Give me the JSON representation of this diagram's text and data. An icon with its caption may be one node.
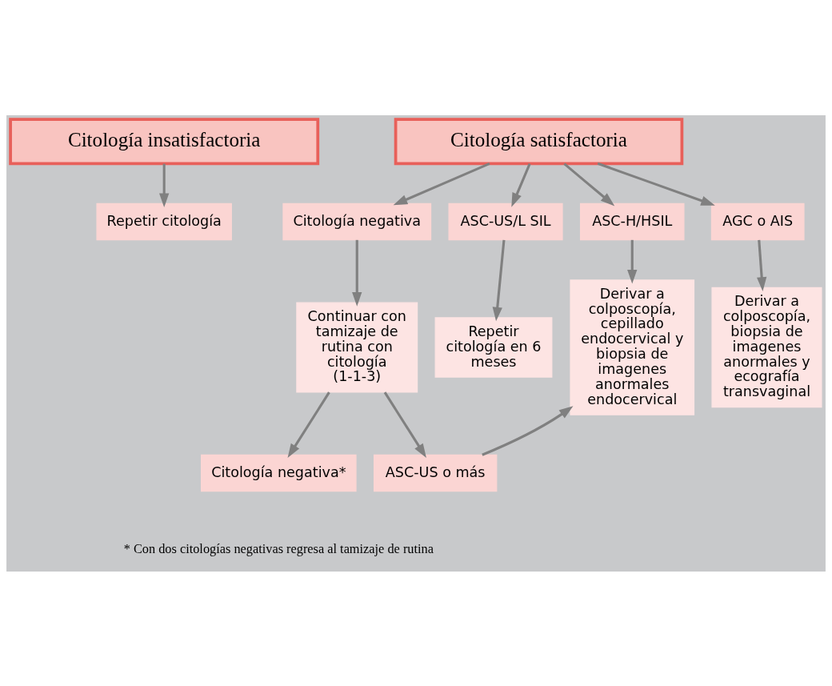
{
  "diagram": {
    "nodes": [
      {
        "text": [
          "Citología insatisfactoria"
        ]
      },
      {
        "text": [
          "Citología satisfactoria"
        ]
      },
      {
        "text": [
          "Repetir citología"
        ]
      },
      {
        "text": [
          "Citología negativa"
        ]
      },
      {
        "text": [
          "ASC-US/L SIL"
        ]
      },
      {
        "text": [
          "ASC-H/HSIL"
        ]
      },
      {
        "text": [
          "AGC o AIS"
        ]
      },
      {
        "text": [
          "Continuar con tamizaje de rutina con citología (1-1-3)"
        ]
      },
      {
        "text": [
          "Repetir citología en 6 meses"
        ]
      },
      {
        "text": [
          "Derivar a colposcopía, cepillado endocervical y biopsia de imagenes anormales endocervical"
        ]
      },
      {
        "text": [
          "Derivar a colposcopía, biopsia de imagenes anormales y ecografía transvaginal"
        ]
      },
      {
        "text": [
          "Citología negativa*"
        ]
      },
      {
        "text": [
          "ASC-US o más"
        ]
      }
    ],
    "edges": [
      {
        "from": 0,
        "to": 2,
        "arrow": "to"
      },
      {
        "from": 1,
        "to": 3,
        "arrow": "to"
      },
      {
        "from": 1,
        "to": 4,
        "arrow": "to"
      },
      {
        "from": 1,
        "to": 5,
        "arrow": "to"
      },
      {
        "from": 1,
        "to": 6,
        "arrow": "to"
      },
      {
        "from": 3,
        "to": 7,
        "arrow": "to"
      },
      {
        "from": 4,
        "to": 8,
        "arrow": "to"
      },
      {
        "from": 5,
        "to": 9,
        "arrow": "to"
      },
      {
        "from": 6,
        "to": 10,
        "arrow": "to"
      },
      {
        "from": 7,
        "to": 11,
        "arrow": "to"
      },
      {
        "from": 7,
        "to": 12,
        "arrow": "to"
      },
      {
        "from": 12,
        "to": 9,
        "arrow": "to"
      }
    ],
    "labels": [
      "* Con dos citologías negativas regresa al tamizaje de rutina"
    ]
  }
}
